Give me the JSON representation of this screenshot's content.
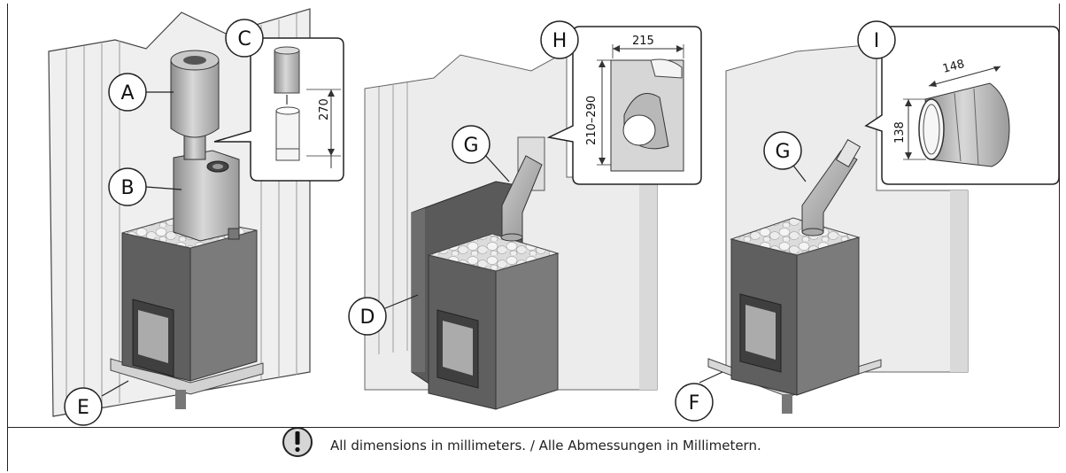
{
  "callouts": {
    "a": "A",
    "b": "B",
    "c": "C",
    "d": "D",
    "e": "E",
    "f": "F",
    "g1": "G",
    "g2": "G",
    "h": "H",
    "i": "I"
  },
  "dimensions": {
    "c_height": "270",
    "h_width": "215",
    "h_height": "210–290",
    "i_length": "148",
    "i_diameter": "138"
  },
  "note": {
    "icon": "exclamation-icon",
    "text": "All dimensions in millimeters. / Alle Abmessungen in Millimetern."
  },
  "colors": {
    "stove_dark": "#5a5a5a",
    "stove_light": "#7a7a7a",
    "wall": "#ebebeb",
    "steel": "#b8b8b8",
    "stone": "#e6e6e6"
  }
}
